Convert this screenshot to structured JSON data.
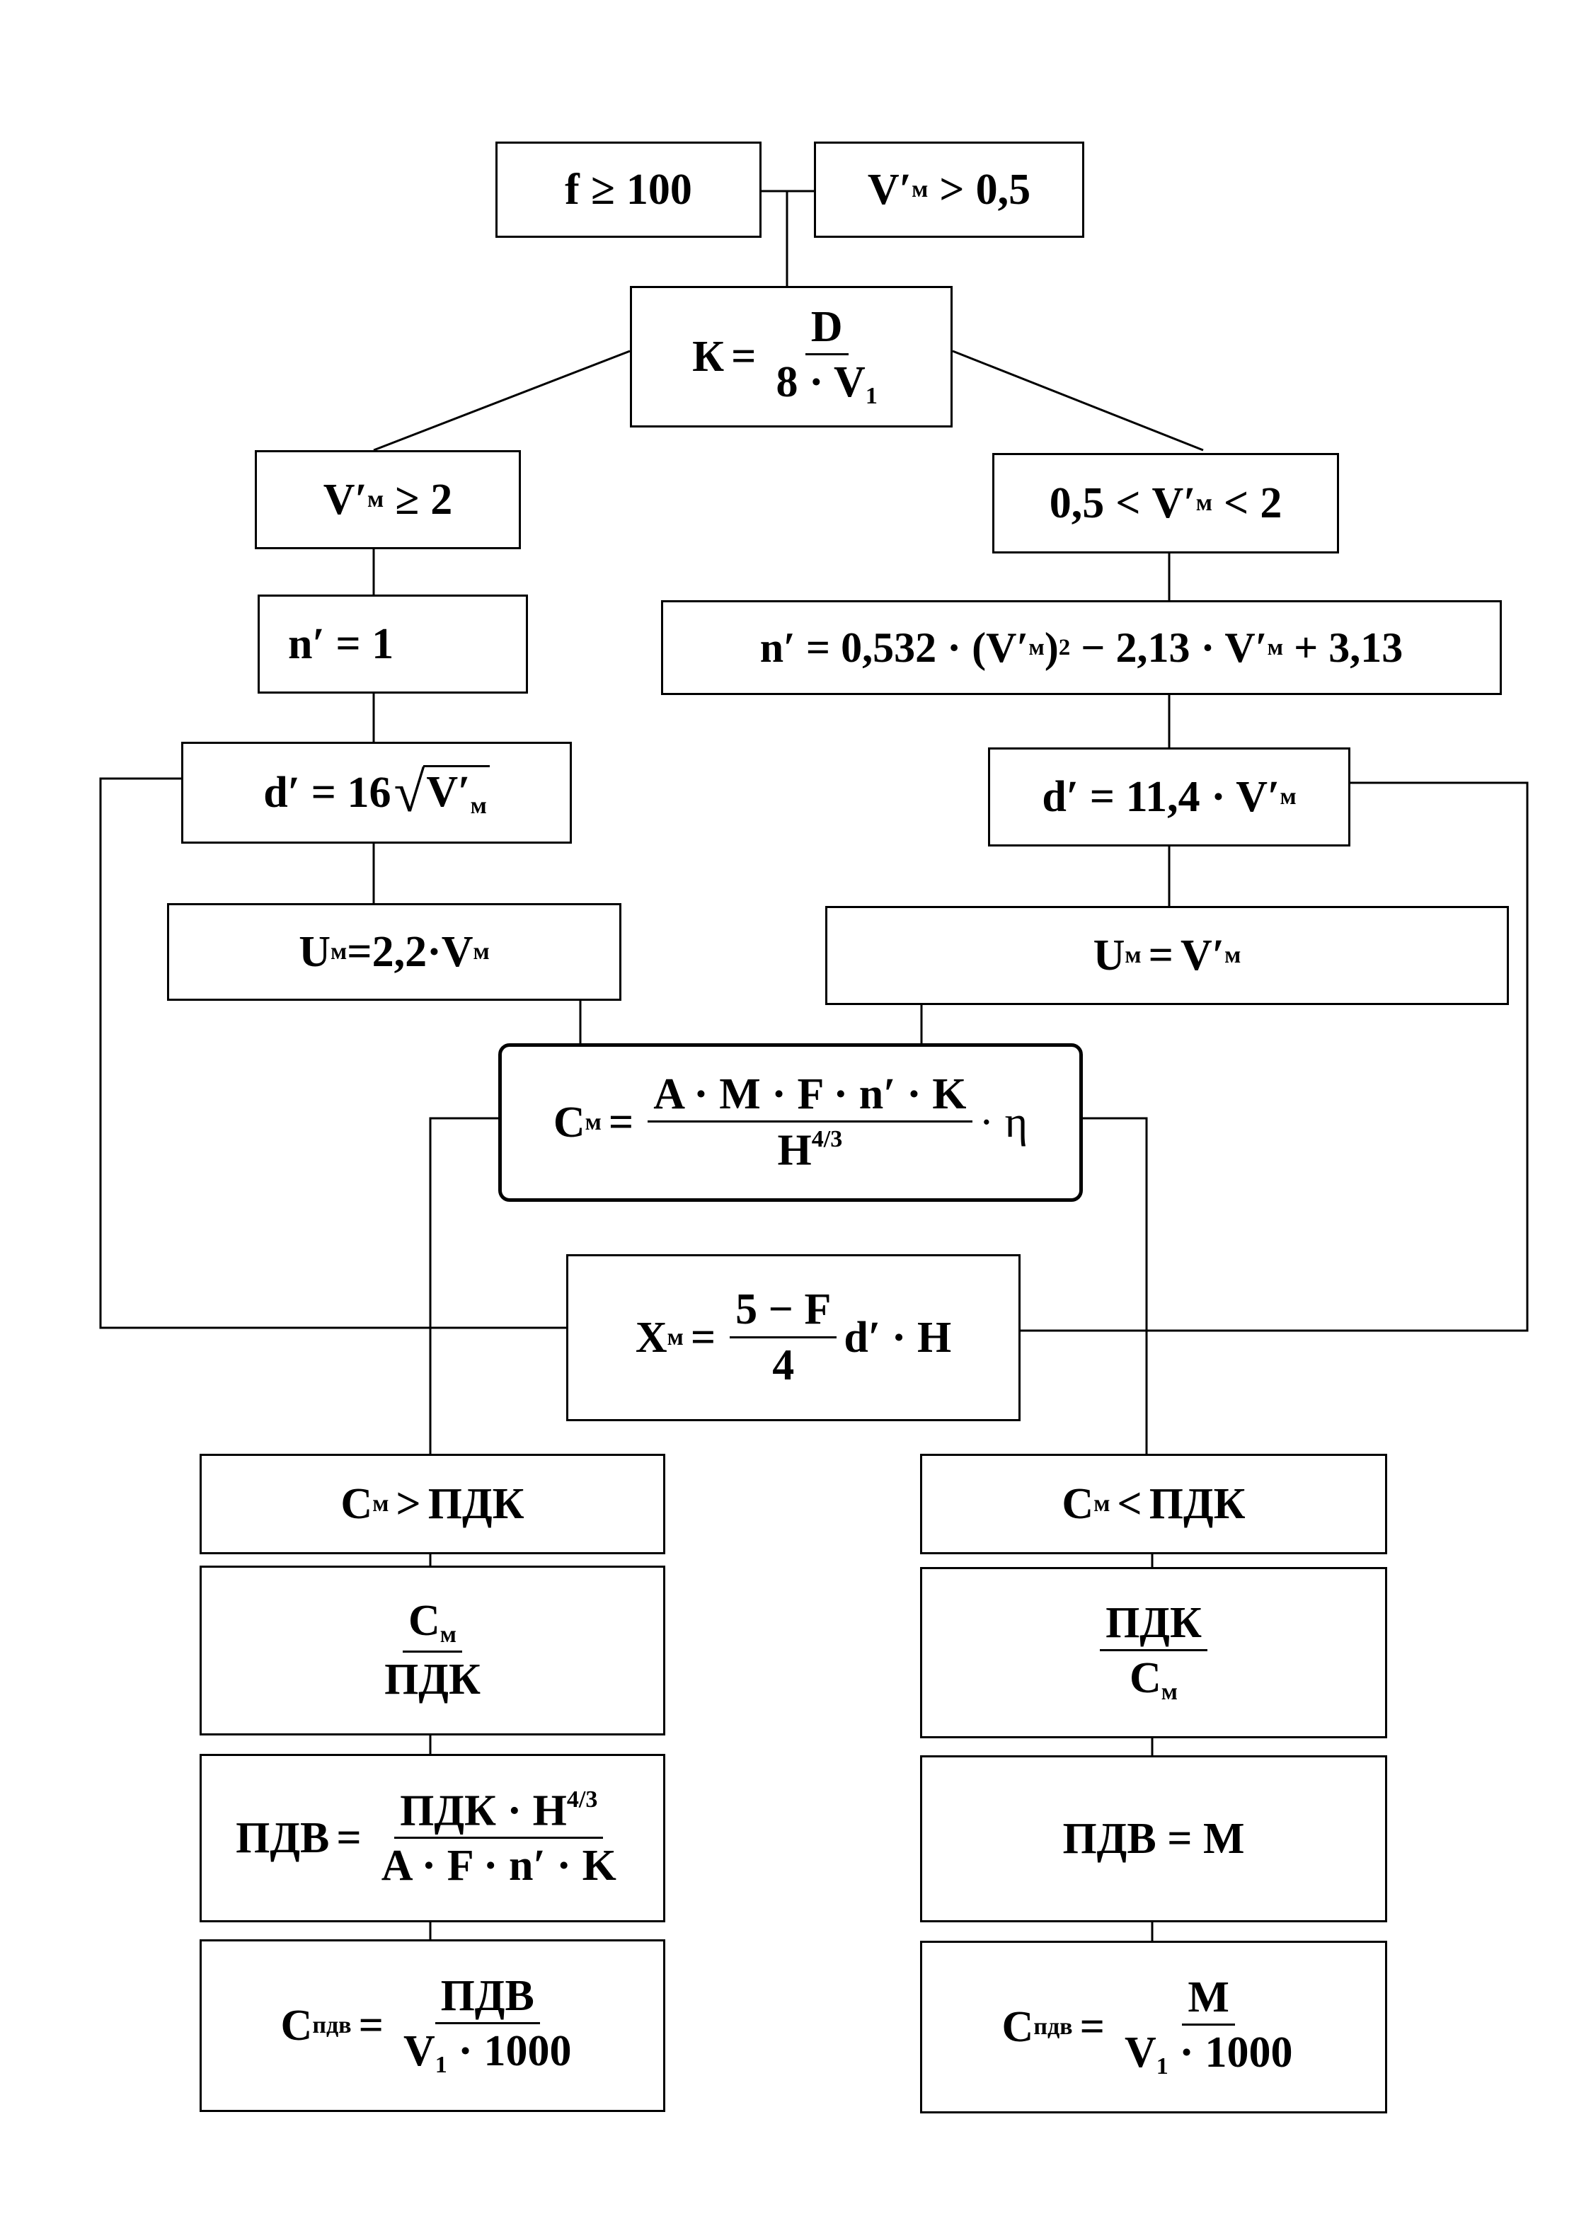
{
  "nodes": {
    "cond_f": {
      "lhs": "f",
      "op": "≥",
      "rhs": "100"
    },
    "cond_vm1": {
      "lhs": "V′",
      "sub": "м",
      "op": ">",
      "rhs": "0,5"
    },
    "k_formula": {
      "lhs": "К",
      "eq": "=",
      "num": "D",
      "den_a": "8",
      "dot": "·",
      "den_b": "V",
      "den_sub": "1"
    },
    "left_cond": {
      "lhs": "V′",
      "sub": "м",
      "op": "≥",
      "rhs": "2"
    },
    "right_cond": {
      "a": "0,5",
      "op1": "<",
      "var": "V′",
      "sub": "м",
      "op2": "<",
      "b": "2"
    },
    "left_n": {
      "text": "n′ = 1"
    },
    "right_n": {
      "start": "n′ = 0,532 · (V′",
      "sub1": "м",
      "mid1": ")",
      "sup": "2",
      "mid2": " − 2,13 · V′",
      "sub2": "м",
      "end": " + 3,13"
    },
    "left_d": {
      "lhs": "d′ = 16",
      "var": "V′",
      "sub": "м"
    },
    "right_d": {
      "lhs": "d′ = 11,4 · V′",
      "sub": "м"
    },
    "left_u": {
      "var": "U",
      "sub": "м",
      "mid": "=2,2·V",
      "sub2": "м"
    },
    "right_u": {
      "var": "U",
      "sub": "м",
      "eq": "=",
      "rhs": "V′",
      "sub2": "м"
    },
    "cm_formula": {
      "var": "С",
      "sub": "м",
      "eq": "=",
      "num": "A · M · F · n′ · K",
      "den": "H",
      "den_sup": "4/3",
      "tail": "· η"
    },
    "xm_formula": {
      "var": "X",
      "sub": "м",
      "eq": "=",
      "num": "5 − F",
      "den": "4",
      "tail": "d′ · H"
    },
    "left_cmp": {
      "var": "С",
      "sub": "м",
      "op": ">",
      "rhs": "ПДК"
    },
    "right_cmp": {
      "var": "С",
      "sub": "м",
      "op": "<",
      "rhs": "ПДК"
    },
    "left_ratio": {
      "num": "С",
      "num_sub": "м",
      "den": "ПДК"
    },
    "right_ratio": {
      "num": "ПДК",
      "den": "С",
      "den_sub": "м"
    },
    "left_pdv": {
      "lhs": "ПДВ",
      "eq": "=",
      "num": "ПДК · H",
      "num_sup": "4/3",
      "den": "A · F · n′ · K"
    },
    "right_pdv": {
      "text": "ПДВ = M"
    },
    "left_cpdv": {
      "var": "С",
      "sub": "пдв",
      "eq": "=",
      "num": "ПДВ",
      "den": "V",
      "den_sub": "1",
      "den_tail": " · 1000"
    },
    "right_cpdv": {
      "var": "С",
      "sub": "пдв",
      "eq": "=",
      "num": "M",
      "den": "V",
      "den_sub": "1",
      "den_tail": " · 1000"
    }
  }
}
